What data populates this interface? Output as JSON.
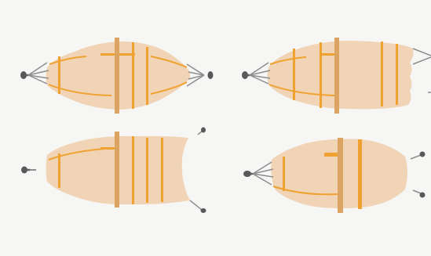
{
  "colors": {
    "background": "#f6f6f5",
    "body_fill": "#f1d3b5",
    "rod_orange": "#f0a231",
    "post_tan": "#dba463",
    "line_grey": "#8d8d8d",
    "weight_dark": "#595959"
  },
  "panels": [
    {
      "id": "top-left",
      "state": "both ends tethered"
    },
    {
      "id": "top-right",
      "state": "right tether loose"
    },
    {
      "id": "bottom-left",
      "state": "right end open"
    },
    {
      "id": "bottom-right",
      "state": "right lines detached"
    }
  ]
}
